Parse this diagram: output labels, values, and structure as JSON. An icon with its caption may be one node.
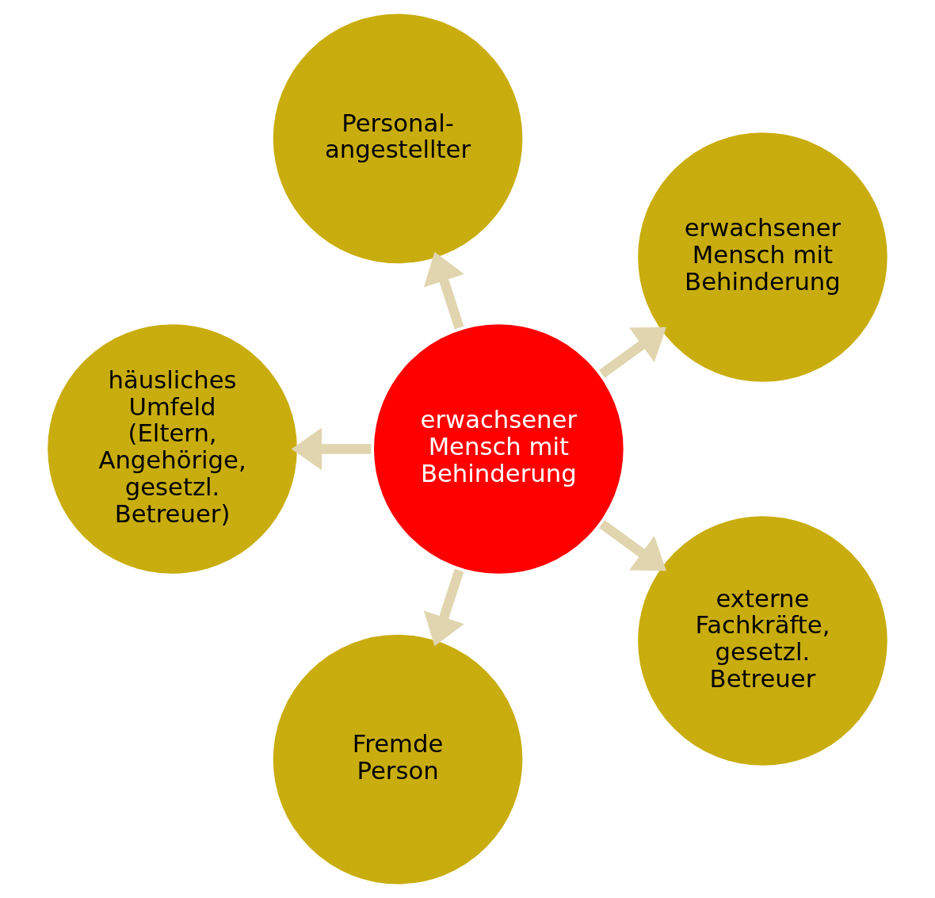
{
  "diagram": {
    "nodes": [
      {
        "text": [
          "erwachsener Mensch mit Behinderung"
        ]
      },
      {
        "text": [
          "erwachsener Mensch mit Behinderung"
        ]
      },
      {
        "text": [
          "Personal-angestellter"
        ]
      },
      {
        "text": [
          "häusliches Umfeld (Eltern, Angehörige, gesetzl. Betreuer)"
        ]
      },
      {
        "text": [
          "Fremde Person"
        ]
      },
      {
        "text": [
          "externe Fachkräfte, gesetzl. Betreuer"
        ]
      }
    ],
    "edges": [
      {
        "from": 0,
        "to": 1,
        "arrow": "to"
      },
      {
        "from": 0,
        "to": 2,
        "arrow": "to"
      },
      {
        "from": 0,
        "to": 3,
        "arrow": "to"
      },
      {
        "from": 0,
        "to": 4,
        "arrow": "to"
      },
      {
        "from": 0,
        "to": 5,
        "arrow": "to"
      }
    ]
  }
}
